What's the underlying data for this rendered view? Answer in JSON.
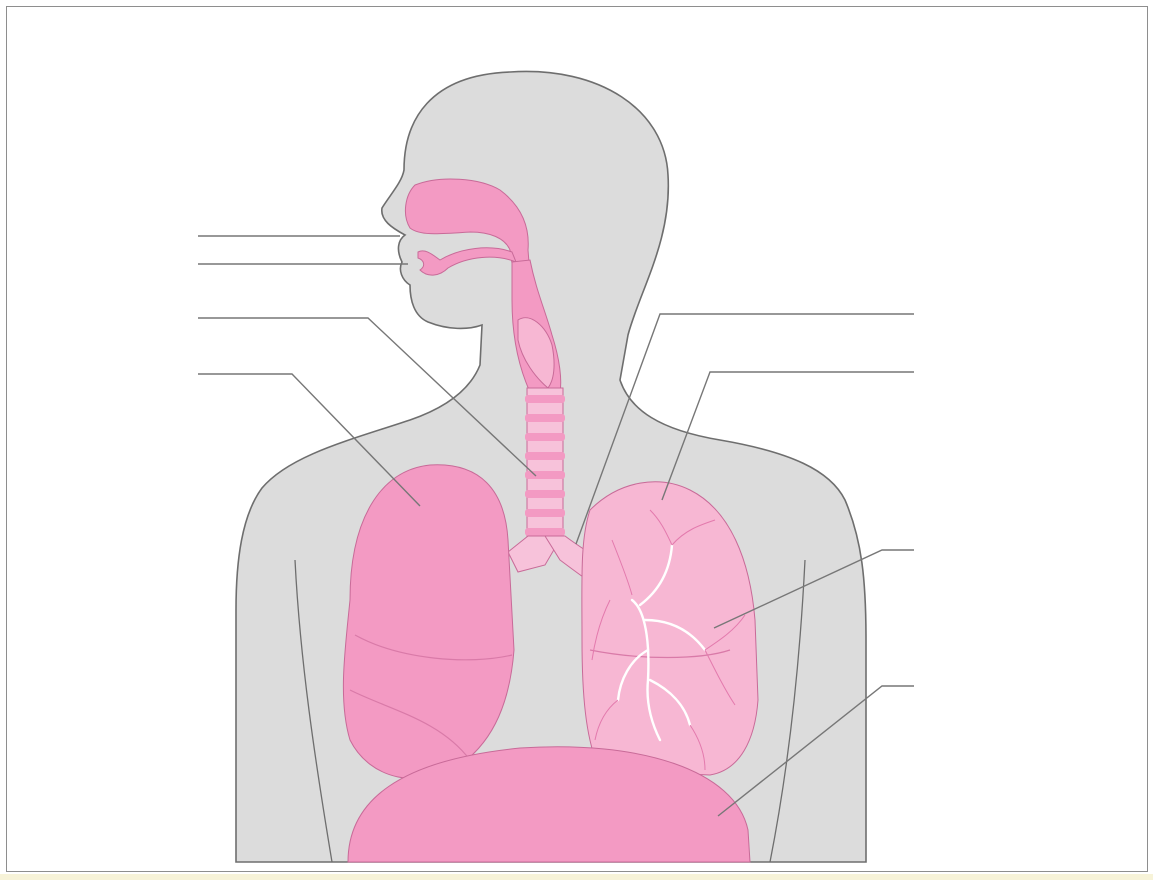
{
  "diagram": {
    "subject": "respiratory-system",
    "labels": [
      {
        "id": "nasal-cavity",
        "text": ""
      },
      {
        "id": "oral-cavity",
        "text": ""
      },
      {
        "id": "trachea",
        "text": ""
      },
      {
        "id": "right-lung",
        "text": ""
      },
      {
        "id": "bronchus",
        "text": ""
      },
      {
        "id": "left-lung",
        "text": ""
      },
      {
        "id": "bronchioles",
        "text": ""
      },
      {
        "id": "diaphragm",
        "text": ""
      }
    ],
    "colors": {
      "body": "#dcdcdc",
      "organ": "#f39ac3",
      "organ_light": "#f7b7d3",
      "organ_dark": "#e87aab",
      "outline": "#6e6e6e",
      "leader_line": "#777777"
    }
  }
}
